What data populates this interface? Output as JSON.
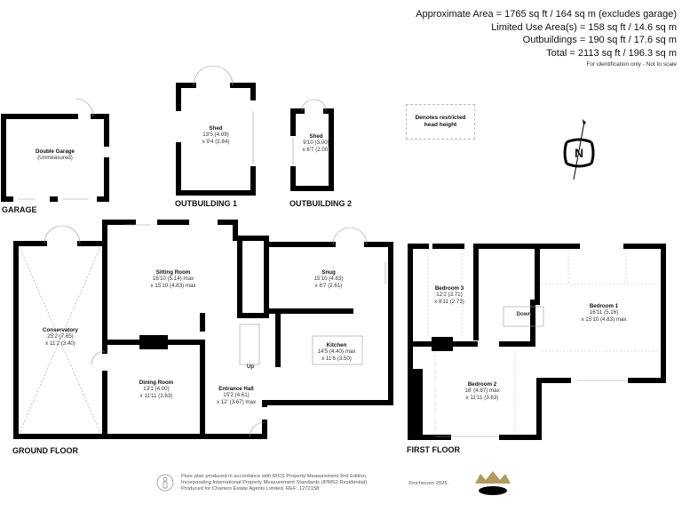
{
  "areas": {
    "approximate": "Approximate Area = 1765 sq ft / 164 sq m (excludes garage)",
    "limited_use": "Limited Use Area(s) = 158 sq ft / 14.6 sq m",
    "outbuildings": "Outbuildings = 190 sq ft / 17.6 sq m",
    "total": "Total = 2113 sq ft / 196.3 sq m",
    "note": "For identification only - Not to scale"
  },
  "legend": {
    "restricted": "Denotes restricted head height"
  },
  "compass": {
    "label": "N"
  },
  "sections": {
    "garage": "GARAGE",
    "outbuilding1": "OUTBUILDING 1",
    "outbuilding2": "OUTBUILDING 2",
    "ground": "GROUND FLOOR",
    "first": "FIRST FLOOR"
  },
  "rooms": {
    "garage": {
      "name": "Double Garage",
      "d1": "(Unmeasured)"
    },
    "shed1": {
      "name": "Shed",
      "d1": "13'5 (4.09)",
      "d2": "x 9'4 (2.84)"
    },
    "shed2": {
      "name": "Shed",
      "d1": "9'10 (3.00)",
      "d2": "x 6'7 (2.00)"
    },
    "conservatory": {
      "name": "Conservatory",
      "d1": "25'2 (7.65)",
      "d2": "x 11'2 (3.40)"
    },
    "sitting": {
      "name": "Sitting Room",
      "d1": "16'10 (5.14) max",
      "d2": "x 15'10 (4.83) max"
    },
    "snug": {
      "name": "Snug",
      "d1": "15'10 (4.83)",
      "d2": "x 8'7 (2.61)"
    },
    "kitchen": {
      "name": "Kitchen",
      "d1": "14'5 (4.40) max",
      "d2": "x 11'6 (3.50)"
    },
    "dining": {
      "name": "Dining Room",
      "d1": "13'1 (4.00)",
      "d2": "x 11'11 (3.63)"
    },
    "hall": {
      "name": "Entrance Hall",
      "d1": "15'2 (4.61)",
      "d2": "x 12' (3.67) max"
    },
    "bed1": {
      "name": "Bedroom 1",
      "d1": "16'11 (5.16)",
      "d2": "x 15'10 (4.83) max"
    },
    "bed2": {
      "name": "Bedroom 2",
      "d1": "16' (4.87) max",
      "d2": "x 11'11 (3.63)"
    },
    "bed3": {
      "name": "Bedroom 3",
      "d1": "12'2 (3.71)",
      "d2": "x 8'11 (2.73)"
    }
  },
  "stairs": {
    "up": "Up",
    "down": "Down"
  },
  "footer": {
    "line1": "Floor plan produced in accordance with RICS Property Measurement 2nd Edition,",
    "line2": "Incorporating International Property Measurement Standards (IPMS2 Residential).",
    "line3": "Produced for Charters Estate Agents Limited.   REF: 1272158",
    "copyright": "©nichecom 2025."
  },
  "colors": {
    "wall": "#000000",
    "crown": "#b39a5a"
  }
}
